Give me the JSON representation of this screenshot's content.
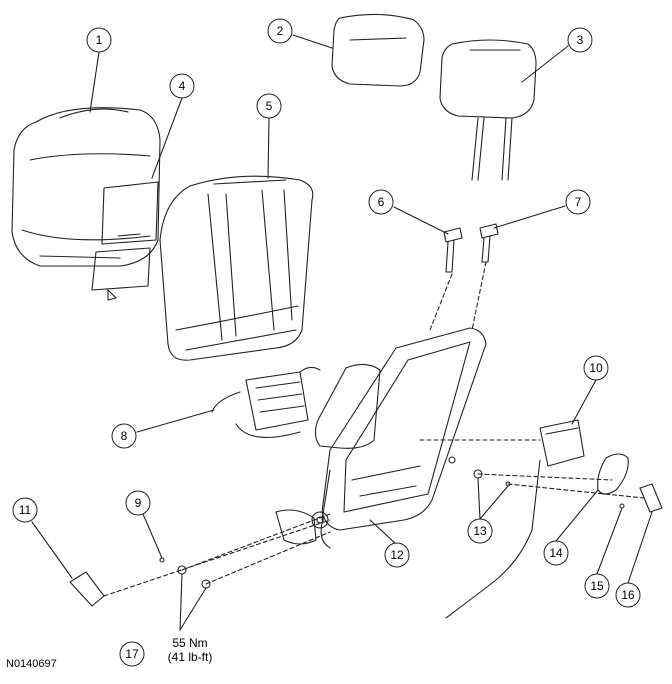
{
  "figure_id": "N0140697",
  "callouts": [
    "1",
    "2",
    "3",
    "4",
    "5",
    "6",
    "7",
    "8",
    "9",
    "10",
    "11",
    "12",
    "13",
    "14",
    "15",
    "16",
    "17"
  ],
  "torque": {
    "metric": "55 Nm",
    "imperial": "(41 lb-ft)"
  },
  "line_color": "#222222",
  "fill_color": "#ffffff"
}
